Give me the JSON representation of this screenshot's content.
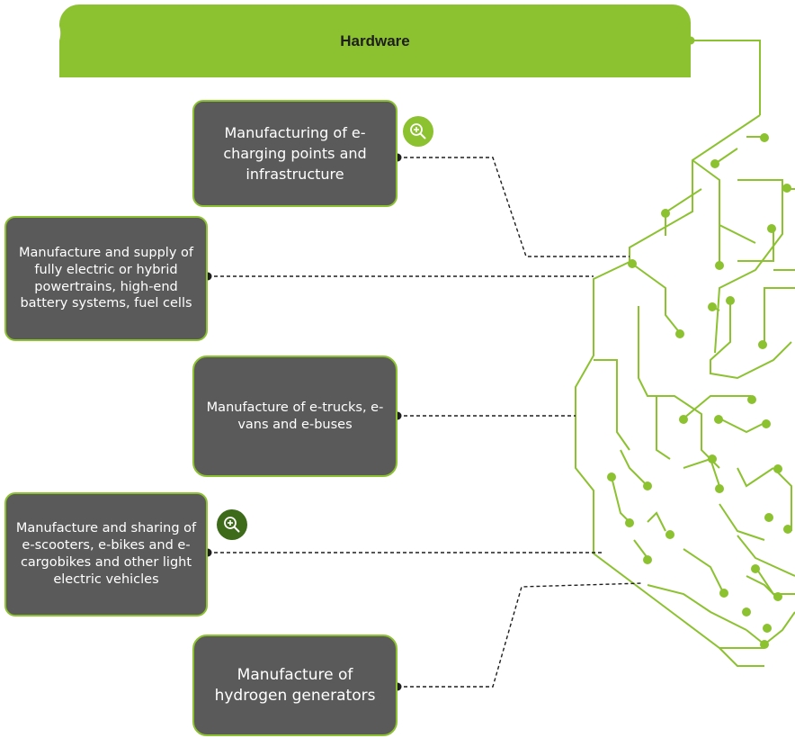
{
  "header": {
    "title": "Hardware",
    "icon": "connected-car-icon",
    "color": "#8cc130"
  },
  "boxes": [
    {
      "id": "charging",
      "text": "Manufacturing of e-charging points and infrastructure"
    },
    {
      "id": "powertrains",
      "text": "Manufacture and supply of fully electric or hybrid powertrains, high-end battery systems, fuel cells"
    },
    {
      "id": "trucks",
      "text": "Manufacture of e-trucks, e-vans and e-buses"
    },
    {
      "id": "scooters",
      "text": "Manufacture and sharing of e-scooters, e-bikes and e-cargobikes and other light electric vehicles"
    },
    {
      "id": "hydrogen",
      "text": "Manufacture of hydrogen generators"
    }
  ],
  "zoom_buttons": [
    {
      "icon": "zoom-in-icon",
      "color": "#8cc130"
    },
    {
      "icon": "zoom-in-icon",
      "color": "#3d6b1a"
    }
  ],
  "decor": {
    "circuit_color": "#8cc130",
    "box_color": "#5a5a5a",
    "connector_color": "#1e1e1e"
  }
}
